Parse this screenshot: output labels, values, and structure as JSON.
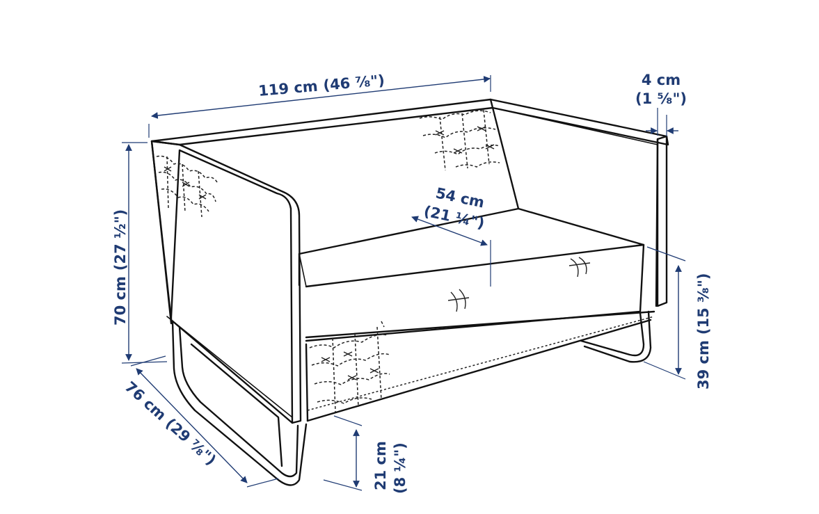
{
  "dimensions": {
    "width": {
      "metric": "119 cm",
      "imperial": "(46 ⁷⁄₈\")"
    },
    "armrest": {
      "metric": "4 cm",
      "imperial": "(1 ⁵⁄₈\")"
    },
    "height": {
      "metric": "70 cm",
      "imperial": "(27 ½\")"
    },
    "seat_depth": {
      "metric": "54 cm",
      "imperial": "(21 ¼\")"
    },
    "depth": {
      "metric": "76 cm",
      "imperial": "(29 ⁷⁄₈\")"
    },
    "seat_height": {
      "metric": "39 cm",
      "imperial": "(15 ³⁄₈\")"
    },
    "leg_height": {
      "metric": "21 cm",
      "imperial": "(8 ¼\")"
    }
  },
  "colors": {
    "dimension": "#1f3b73",
    "outline": "#111111",
    "background": "#ffffff"
  }
}
